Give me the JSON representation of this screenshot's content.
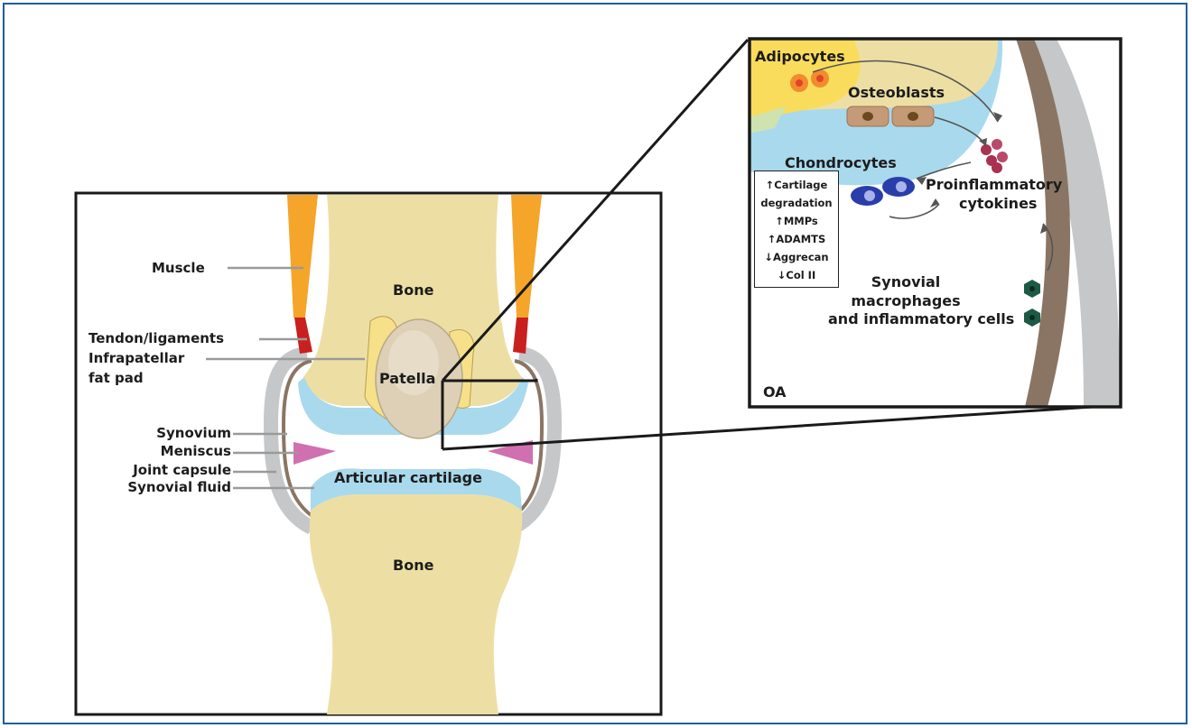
{
  "knee_labels": {
    "muscle": "Muscle",
    "tendon": "Tendon/ligaments",
    "fat_pad_line1": "Infrapatellar",
    "fat_pad_line2": "fat pad",
    "synovium": "Synovium",
    "meniscus": "Meniscus",
    "capsule": "Joint capsule",
    "fluid": "Synovial fluid",
    "bone_top": "Bone",
    "patella": "Patella",
    "cartilage": "Articular cartilage",
    "bone_bottom": "Bone"
  },
  "inset_labels": {
    "adipocytes": "Adipocytes",
    "osteoblasts": "Osteoblasts",
    "chondrocytes": "Chondrocytes",
    "cytokines_line1": "Proinflammatory",
    "cytokines_line2": "cytokines",
    "synovial_line1": "Synovial",
    "synovial_line2": "macrophages",
    "synovial_line3": "and inflammatory cells",
    "oa": "OA"
  },
  "effects": [
    "↑Cartilage",
    "degradation",
    "↑MMPs",
    "↑ADAMTS",
    "↓Aggrecan",
    "↓Col II"
  ],
  "colors": {
    "frame": "#1e5fa0",
    "bone": "#eddfa4",
    "cartilage": "#a9d9ec",
    "muscle": "#f4a52a",
    "tendon": "#c8201f",
    "capsule": "#c5c7c9",
    "synovium": "#8a7564",
    "meniscus": "#d070b0",
    "patella": "#ddd0b7",
    "fat_pad": "#f6e08a",
    "chondrocyte": "#2a3eab",
    "osteoblast": "#c49a77",
    "adipocyte": "#f28b2e",
    "cytokine": "#a8324f",
    "macrophage": "#1d5a45"
  }
}
